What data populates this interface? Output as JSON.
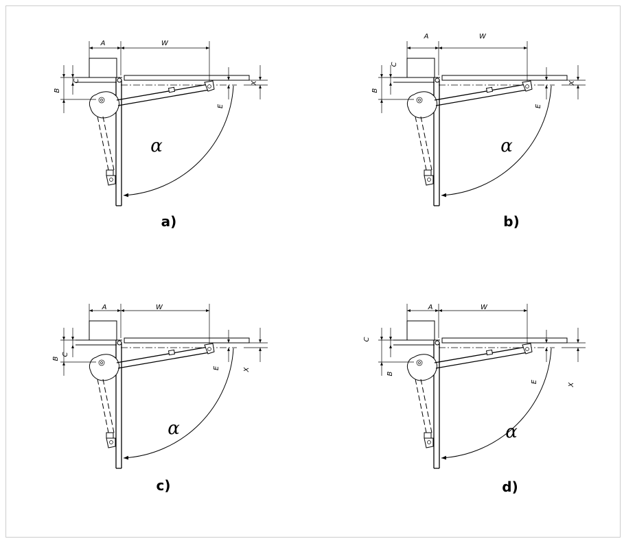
{
  "dimension_labels": {
    "A": "A",
    "W": "W",
    "B": "B",
    "C": "C",
    "E": "E",
    "X": "X",
    "alpha": "α"
  },
  "panels": [
    {
      "id": "a",
      "caption": "a)"
    },
    {
      "id": "b",
      "caption": "b)"
    },
    {
      "id": "c",
      "caption": "c)"
    },
    {
      "id": "d",
      "caption": "d)"
    }
  ],
  "colors": {
    "line": "#000000",
    "background": "#ffffff",
    "frame": "#cccccc"
  }
}
